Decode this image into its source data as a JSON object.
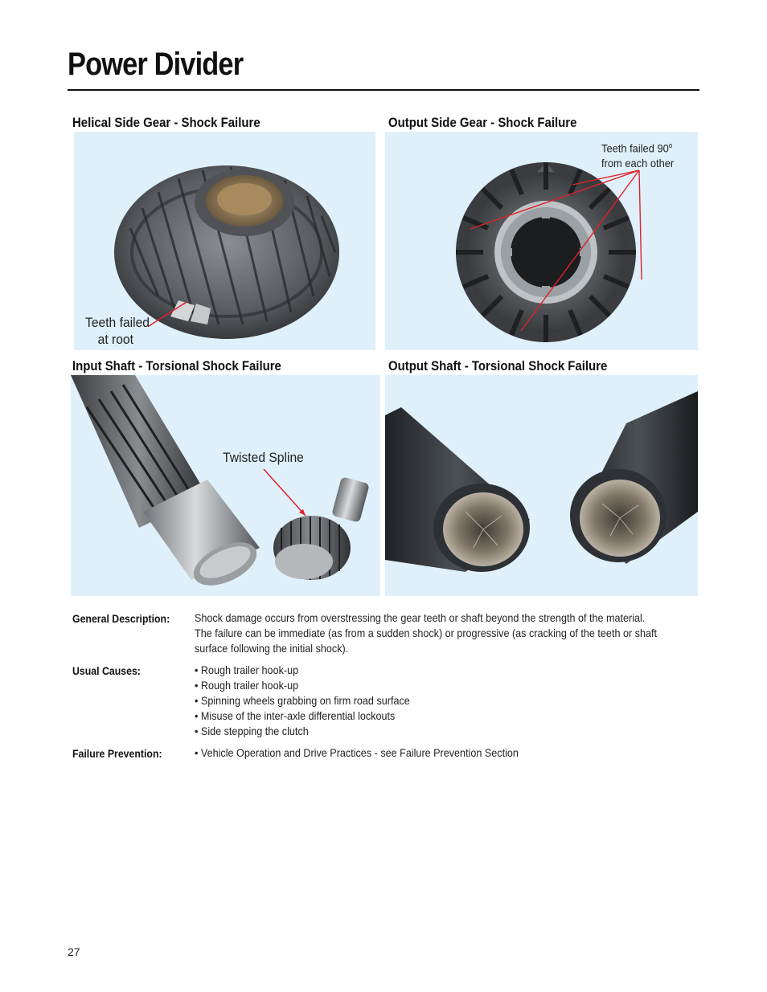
{
  "page": {
    "title": "Power Divider",
    "page_number": "27"
  },
  "figures": [
    {
      "caption": "Helical Side Gear - Shock Failure",
      "callout": [
        "Teeth failed",
        "at root"
      ]
    },
    {
      "caption": "Output Side Gear - Shock Failure",
      "callout": [
        "Teeth failed 90",
        "o",
        "from each other"
      ]
    },
    {
      "caption": "Input Shaft - Torsional Shock Failure",
      "callout": [
        "Twisted Spline"
      ]
    },
    {
      "caption": "Output Shaft - Torsional Shock Failure"
    }
  ],
  "details": {
    "general_description": {
      "label": "General Description:",
      "lines": [
        "Shock damage occurs from overstressing the gear teeth or shaft beyond the strength of the material.",
        "The failure can be immediate (as from a sudden shock) or progressive (as cracking of the teeth or shaft",
        "surface following the initial shock)."
      ]
    },
    "usual_causes": {
      "label": "Usual Causes:",
      "items": [
        "• Rough trailer hook-up",
        "• Rough trailer hook-up",
        "• Spinning wheels grabbing on firm road surface",
        "• Misuse of the inter-axle differential lockouts",
        "• Side stepping the clutch"
      ]
    },
    "failure_prevention": {
      "label": "Failure Prevention:",
      "items": [
        "• Vehicle Operation and Drive Practices - see Failure Prevention Section"
      ]
    }
  },
  "colors": {
    "panel_background": "#dff0fb",
    "callout_line": "#e0202a"
  }
}
